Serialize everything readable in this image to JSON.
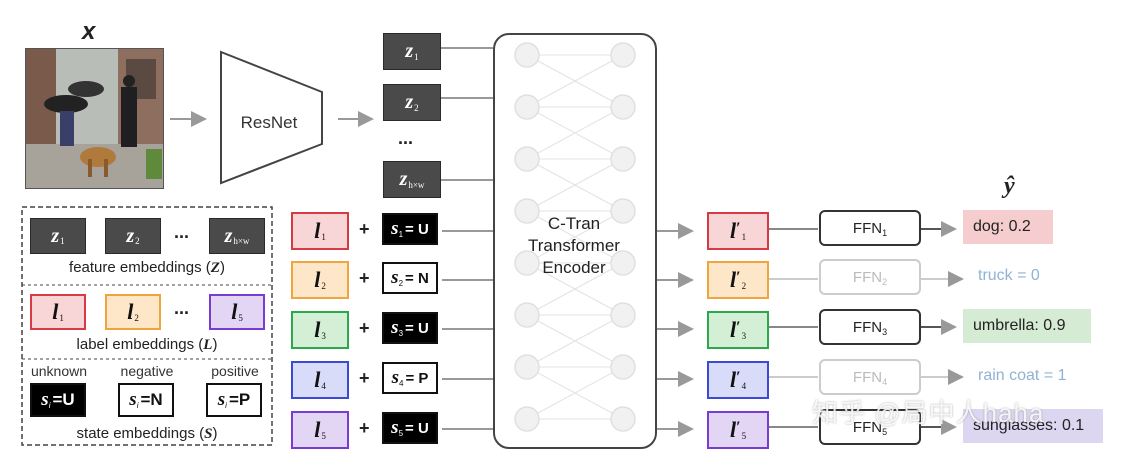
{
  "input_label": "x",
  "output_label": "ŷ",
  "resnet_label": "ResNet",
  "encoder_label": [
    "C-Tran",
    "Transformer",
    "Encoder"
  ],
  "feature_tokens": [
    {
      "sym": "z",
      "sub": "1"
    },
    {
      "sym": "z",
      "sub": "2"
    },
    {
      "sym": "z",
      "sub": "h×w"
    }
  ],
  "ellipsis": "...",
  "label_tokens": [
    {
      "sym": "l",
      "sub": "1",
      "state_sub": "1",
      "state": "U",
      "state_style": "black",
      "color": "#d63b45",
      "fill": "#f8d5d6",
      "ffn_sub": "1",
      "output": "dog: 0.2",
      "output_fill": "#f5cdcf",
      "faded": false
    },
    {
      "sym": "l",
      "sub": "2",
      "state_sub": "2",
      "state": "N",
      "state_style": "white",
      "color": "#f0a43d",
      "fill": "#fde7c8",
      "ffn_sub": "2",
      "output": "truck = 0",
      "output_fill": "",
      "faded": true
    },
    {
      "sym": "l",
      "sub": "3",
      "state_sub": "3",
      "state": "U",
      "state_style": "black",
      "color": "#2ba84a",
      "fill": "#d3efd5",
      "ffn_sub": "3",
      "output": "umbrella: 0.9",
      "output_fill": "#d6ebd3",
      "faded": false
    },
    {
      "sym": "l",
      "sub": "4",
      "state_sub": "4",
      "state": "P",
      "state_style": "white",
      "color": "#3b49d6",
      "fill": "#d8dcf8",
      "ffn_sub": "4",
      "output": "rain coat = 1",
      "output_fill": "",
      "faded": true
    },
    {
      "sym": "l",
      "sub": "5",
      "state_sub": "5",
      "state": "U",
      "state_style": "black",
      "color": "#7a3bd0",
      "fill": "#e3d6f5",
      "ffn_sub": "5",
      "output": "sunglasses: 0.1",
      "output_fill": "#ddd6f0",
      "faded": false
    }
  ],
  "ffn_label": "FFN",
  "legend": {
    "feature_caption": "feature embeddings (",
    "feature_sym": "Z",
    "label_caption": "label embeddings (",
    "label_sym": "L",
    "state_caption": "state embeddings (",
    "state_sym": "S",
    "close_paren": ")",
    "label_examples": [
      {
        "sub": "1",
        "color": "#d63b45",
        "fill": "#f8d5d6"
      },
      {
        "sub": "2",
        "color": "#f0a43d",
        "fill": "#fde7c8"
      },
      {
        "sub": "5",
        "color": "#7a3bd0",
        "fill": "#e3d6f5"
      }
    ],
    "states": [
      {
        "name": "unknown",
        "value": "U",
        "style": "black"
      },
      {
        "name": "negative",
        "value": "N",
        "style": "white"
      },
      {
        "name": "positive",
        "value": "P",
        "style": "white"
      }
    ]
  },
  "watermark": "知乎 @局中人haha"
}
